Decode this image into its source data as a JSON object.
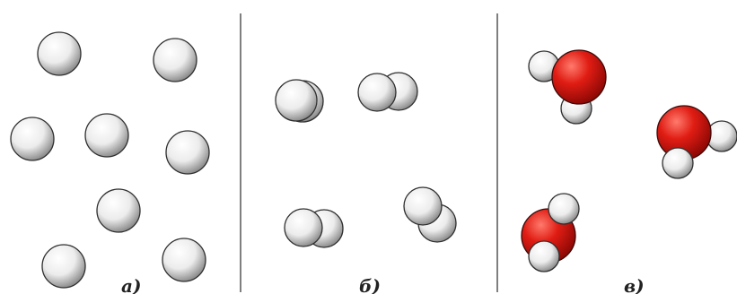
{
  "panels": [
    {
      "label": "а)",
      "molecule": "single-atom",
      "count": 8
    },
    {
      "label": "б)",
      "molecule": "diatomic-atom-pair",
      "count": 4
    },
    {
      "label": "в)",
      "molecule": "bent-triatomic-red-center-two-white",
      "count": 3
    }
  ],
  "colors": {
    "atom_light": "#ffffff",
    "atom_mid": "#e6e6e6",
    "atom_shade": "#8a8a8a",
    "atom_outline": "#2f2f2f",
    "red_light": "#ff6a5c",
    "red_mid": "#e01d14",
    "red_shade": "#9a0a06",
    "divider": "#555555",
    "label": "#222222"
  }
}
